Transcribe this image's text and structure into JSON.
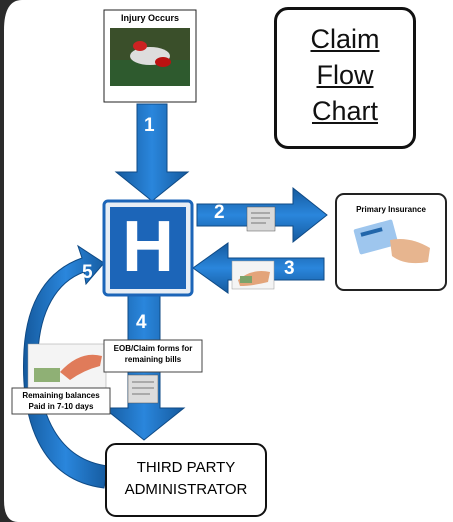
{
  "title": {
    "line1": "Claim",
    "line2": "Flow",
    "line3": "Chart"
  },
  "nodes": {
    "injury": "Injury Occurs",
    "hospital_symbol": "H",
    "primary_insurance": "Primary Insurance",
    "tpa_line1": "THIRD PARTY",
    "tpa_line2": "ADMINISTRATOR"
  },
  "steps": {
    "s1": "1",
    "s2": "2",
    "s3": "3",
    "s4": "4",
    "s5": "5"
  },
  "labels": {
    "eob_line1": "EOB/Claim forms for",
    "eob_line2": "remaining bills",
    "remaining_line1": "Remaining balances",
    "remaining_line2": "Paid in 7-10 days"
  },
  "colors": {
    "arrow": "#1e73c8",
    "arrow_dark": "#155a9e",
    "hospital_blue": "#1c65b8",
    "background": "#2b2b2b",
    "panel": "#ffffff"
  }
}
